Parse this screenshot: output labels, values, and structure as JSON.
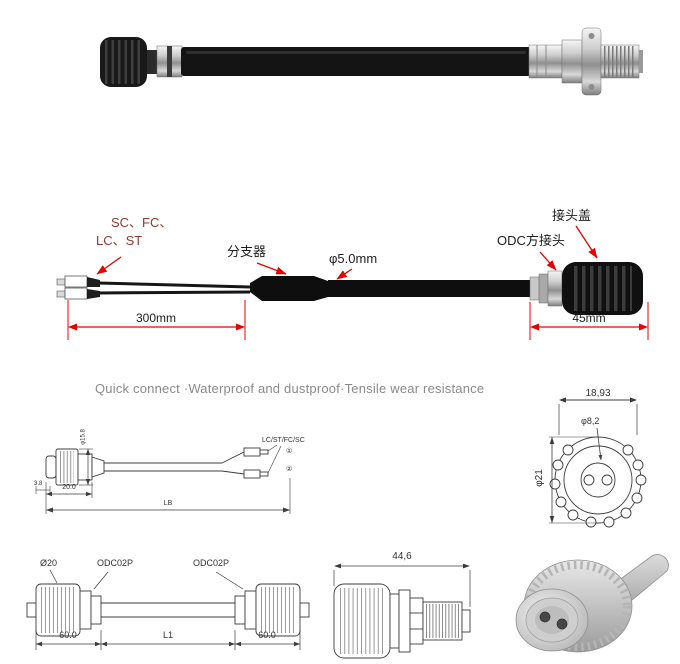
{
  "annotations": {
    "connector_types_line1": "SC、FC、",
    "connector_types_line2": "LC、ST",
    "splitter": "分支器",
    "cable_diameter": "φ5.0mm",
    "odc_connector": "ODC方接头",
    "connector_cap": "接头盖",
    "dim_left": "300mm",
    "dim_right": "45mm"
  },
  "tagline": "Quick connect ·Waterproof and dustproof·Tensile wear resistance",
  "breakout_drawing": {
    "connector_label": "LC/ST/FC/SC",
    "pin1": "①",
    "pin2": "②",
    "dim_diameter": "φ15.8",
    "dim_small": "3.8",
    "dim_nut": "20.0",
    "dim_total": "LB"
  },
  "front_view": {
    "dim_width": "18,93",
    "dim_pin_circle": "φ8,2",
    "dim_outer": "φ21"
  },
  "cable_drawing": {
    "dim_diameter": "Ø20",
    "connector_left": "ODC02P",
    "connector_right": "ODC02P",
    "dim_left": "60.0",
    "dim_middle": "L1",
    "dim_right": "60.0"
  },
  "side_view": {
    "dim_length": "44,6"
  },
  "colors": {
    "annotation_red": "#e80000",
    "label_dark_red": "#8d3c32",
    "tagline_gray": "#8a8a8a"
  }
}
